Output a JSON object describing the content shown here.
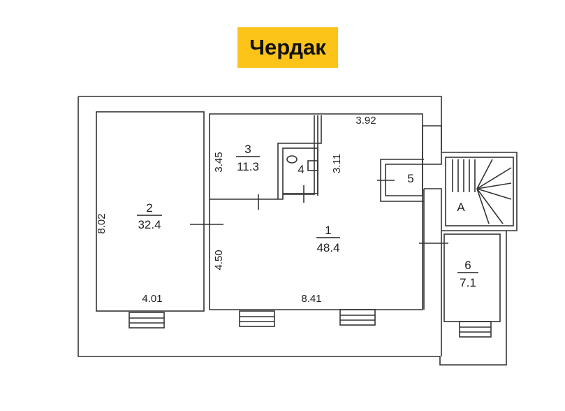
{
  "title": "Чердак",
  "rooms": [
    {
      "number": "1",
      "area": "48.4"
    },
    {
      "number": "2",
      "area": "32.4"
    },
    {
      "number": "3",
      "area": "11.3"
    },
    {
      "number": "4"
    },
    {
      "number": "5"
    },
    {
      "number": "6",
      "area": "7.1"
    },
    {
      "number": "A"
    }
  ],
  "dimensions": {
    "room2_height": "8.02",
    "room2_width": "4.01",
    "room1_height": "4.50",
    "room1_width": "8.41",
    "room3_height": "3.45",
    "corridor_height": "3.11",
    "top_width": "3.92"
  }
}
